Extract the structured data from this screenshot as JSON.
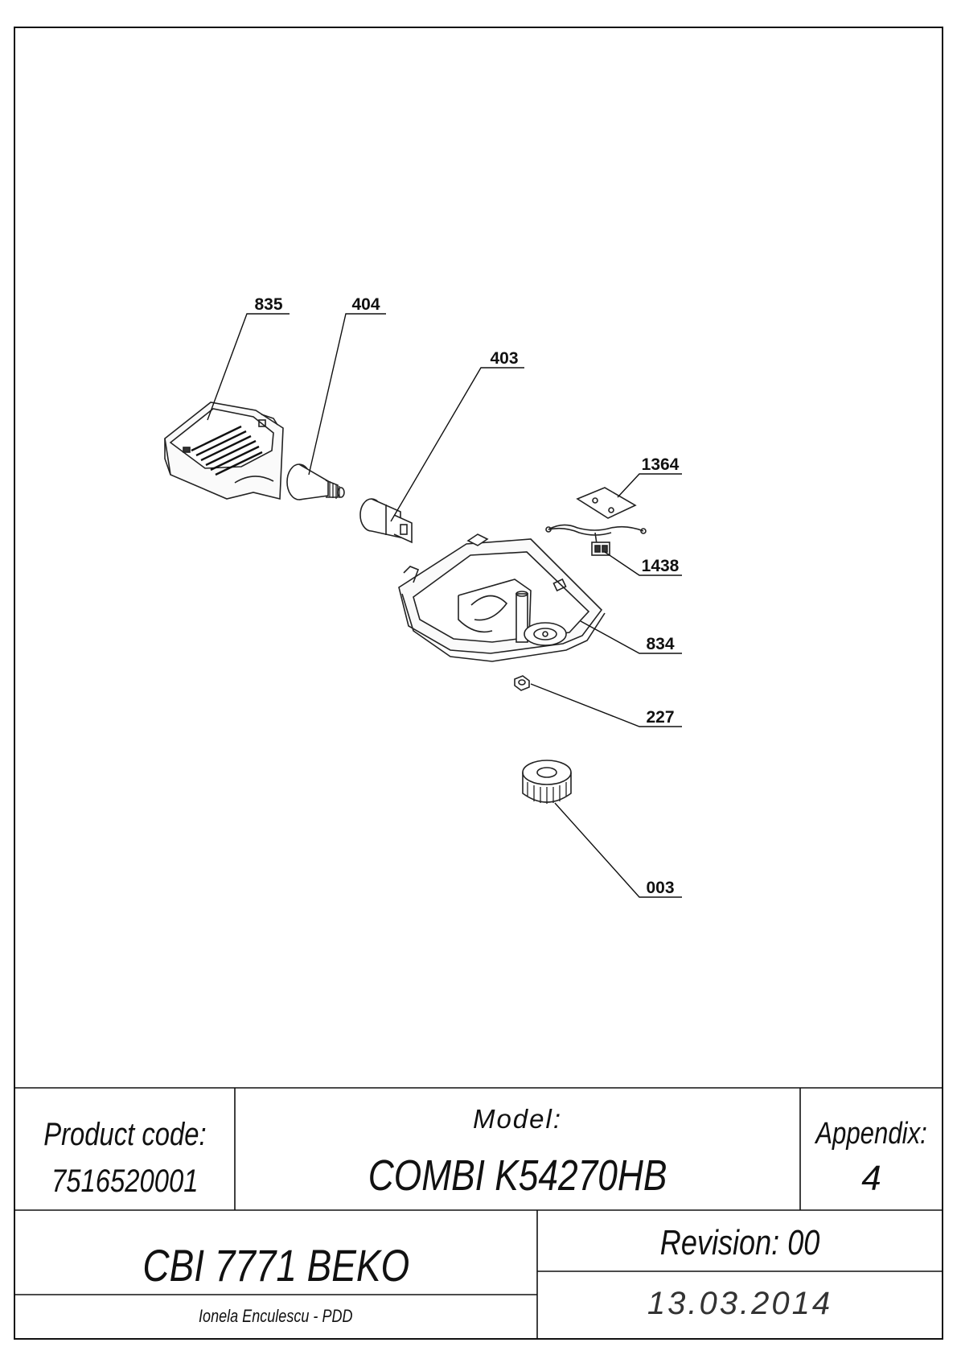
{
  "parts": [
    {
      "label": "835"
    },
    {
      "label": "404"
    },
    {
      "label": "403"
    },
    {
      "label": "1364"
    },
    {
      "label": "1438"
    },
    {
      "label": "834"
    },
    {
      "label": "227"
    },
    {
      "label": "003"
    }
  ],
  "title_block": {
    "product_code_label": "Product code:",
    "product_code_value": "7516520001",
    "model_label": "Model:",
    "model_value": "COMBI K54270HB",
    "appendix_label": "Appendix:",
    "appendix_value": "4",
    "name": "CBI 7771 BEKO",
    "revision": "Revision: 00",
    "author": "Ionela Enculescu - PDD",
    "date": "13.03.2014"
  }
}
